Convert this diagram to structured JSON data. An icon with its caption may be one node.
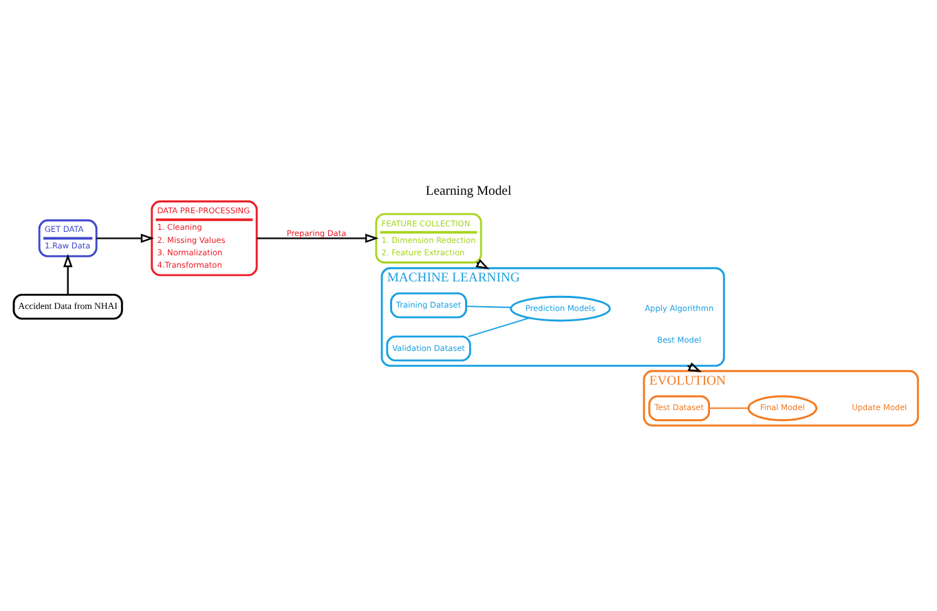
{
  "diagram": {
    "title": "Learning Model",
    "nodes": [
      {
        "text": [
          "GET DATA",
          "1.Raw Data"
        ]
      },
      {
        "text": [
          "Accident Data from NHAI"
        ]
      },
      {
        "text": [
          "DATA PRE-PROCESSING",
          "1. Cleaning",
          "2. Missing Values",
          "3. Normalization",
          "4.Transformaton"
        ]
      },
      {
        "text": [
          "FEATURE COLLECTION",
          "1. Dimension Redection",
          "2. Feature Extraction"
        ]
      },
      {
        "text": [
          "MACHINE LEARNING",
          "Apply Algorithmn"
        ]
      },
      {
        "text": [
          "Training Dataset"
        ],
        "in": 4
      },
      {
        "text": [
          "Validation Dataset"
        ],
        "in": 4
      },
      {
        "text": [
          "Prediction Models"
        ],
        "in": 4
      },
      {
        "text": [
          "EVOLUTION",
          "Update Model"
        ]
      },
      {
        "text": [
          "Test Dataset"
        ],
        "in": 8
      },
      {
        "text": [
          "Final Model"
        ],
        "in": 8
      }
    ],
    "edges": [
      {
        "from": 1,
        "to": 0,
        "arrow": "to"
      },
      {
        "from": 0,
        "to": 2,
        "arrow": "to"
      },
      {
        "from": 2,
        "to": 3,
        "arrow": "to",
        "label": "Preparing Data"
      },
      {
        "from": 3,
        "to": 4,
        "arrow": "to"
      },
      {
        "from": 5,
        "to": 7,
        "arrow": "none",
        "color": "#1ba1e2"
      },
      {
        "from": 6,
        "to": 7,
        "arrow": "none",
        "color": "#1ba1e2"
      },
      {
        "from": 4,
        "to": 8,
        "arrow": "to",
        "label": "Best Model"
      },
      {
        "from": 9,
        "to": 10,
        "arrow": "none",
        "color": "#f47b20"
      }
    ]
  }
}
